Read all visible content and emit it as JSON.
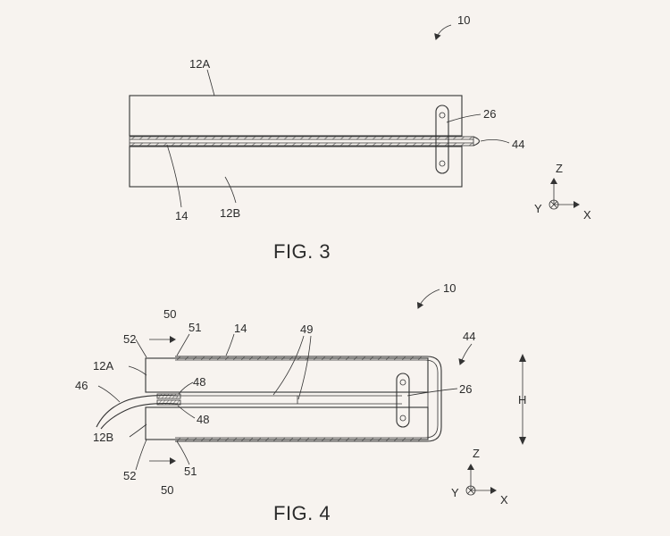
{
  "fig3": {
    "caption": "FIG. 3",
    "labels": {
      "ref_10": "10",
      "ref_12a": "12A",
      "ref_26": "26",
      "ref_44": "44",
      "ref_14": "14",
      "ref_12b": "12B"
    },
    "axes": {
      "z": "Z",
      "y": "Y",
      "x": "X"
    }
  },
  "fig4": {
    "caption": "FIG. 4",
    "labels": {
      "ref_10": "10",
      "ref_50_top": "50",
      "ref_52_top": "52",
      "ref_51_top": "51",
      "ref_14": "14",
      "ref_49": "49",
      "ref_44": "44",
      "ref_12a": "12A",
      "ref_48_top": "48",
      "ref_46": "46",
      "ref_26": "26",
      "ref_h": "H",
      "ref_48_bottom": "48",
      "ref_12b": "12B",
      "ref_52_bottom": "52",
      "ref_51_bottom": "51",
      "ref_50_bottom": "50"
    },
    "axes": {
      "z": "Z",
      "y": "Y",
      "x": "X"
    }
  }
}
